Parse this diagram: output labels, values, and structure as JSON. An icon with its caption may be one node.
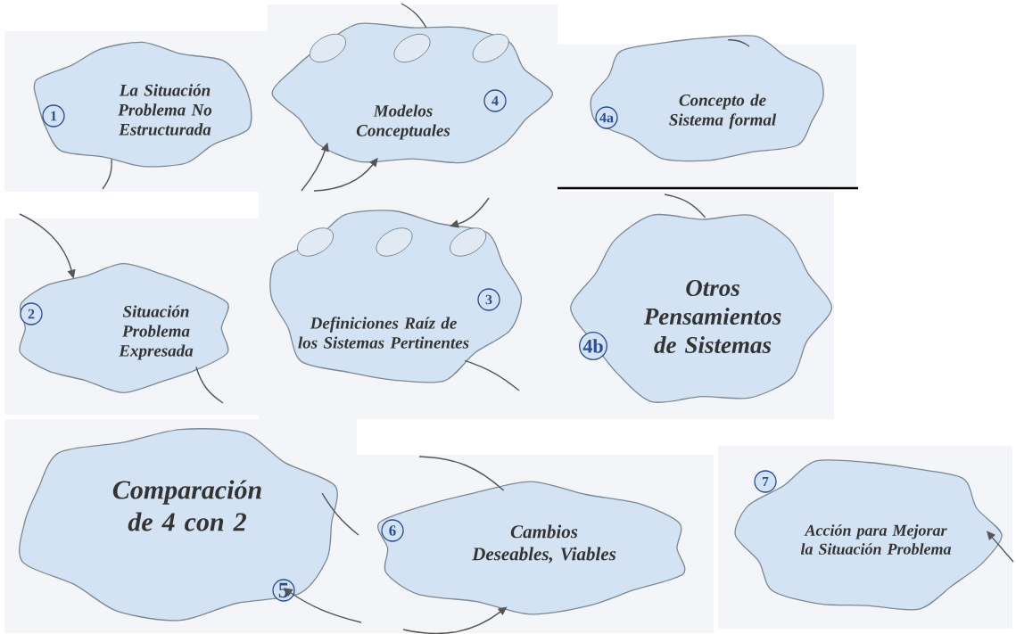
{
  "diagram": {
    "nodes": [
      {
        "text": [
          "1",
          "La Situación Problema No Estructurada"
        ]
      },
      {
        "text": [
          "4",
          "Modelos Conceptuales"
        ]
      },
      {
        "text": [
          "4a",
          "Concepto de Sistema formal"
        ]
      },
      {
        "text": [
          "2",
          "Situación Problema Expresada"
        ]
      },
      {
        "text": [
          "3",
          "Definiciones Raíz de los Sistemas Pertinentes"
        ]
      },
      {
        "text": [
          "4b",
          "Otros Pensamientos de Sistemas"
        ]
      },
      {
        "text": [
          "5",
          "Comparación de 4 con 2"
        ]
      },
      {
        "text": [
          "6",
          "Cambios Deseables, Viables"
        ]
      },
      {
        "text": [
          "7",
          "Acción para Mejorar la Situación Problema"
        ]
      }
    ],
    "edges": [
      {
        "from": 0,
        "to": null,
        "arrow": "none"
      },
      {
        "from": null,
        "to": 1,
        "arrow": "to"
      },
      {
        "from": null,
        "to": 1,
        "arrow": "to"
      },
      {
        "from": null,
        "to": 1,
        "arrow": "none"
      },
      {
        "from": null,
        "to": 2,
        "arrow": "none"
      },
      {
        "from": null,
        "to": 3,
        "arrow": "to"
      },
      {
        "from": 3,
        "to": null,
        "arrow": "none"
      },
      {
        "from": null,
        "to": 4,
        "arrow": "to"
      },
      {
        "from": 4,
        "to": null,
        "arrow": "none"
      },
      {
        "from": null,
        "to": 5,
        "arrow": "none"
      },
      {
        "from": 6,
        "to": null,
        "arrow": "none"
      },
      {
        "from": null,
        "to": 6,
        "arrow": "to"
      },
      {
        "from": null,
        "to": 7,
        "arrow": "to"
      },
      {
        "from": null,
        "to": 7,
        "arrow": "none"
      },
      {
        "from": null,
        "to": 8,
        "arrow": "to"
      }
    ]
  }
}
